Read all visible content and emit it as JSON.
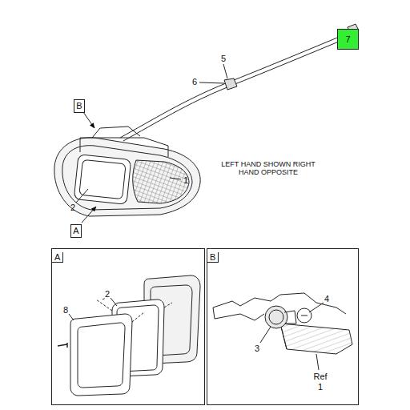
{
  "diagram": {
    "nodes": [
      {
        "text": [
          "7"
        ]
      },
      {
        "text": [
          "B"
        ]
      },
      {
        "text": [
          "A"
        ]
      },
      {
        "text": [
          "A"
        ]
      },
      {
        "text": [
          "B"
        ]
      }
    ],
    "edges": [],
    "labels": [
      "5",
      "6",
      "1",
      "2",
      "LEFT HAND SHOWN RIGHT HAND OPPOSITE",
      "8",
      "2",
      "4",
      "3",
      "Ref",
      "1"
    ]
  }
}
